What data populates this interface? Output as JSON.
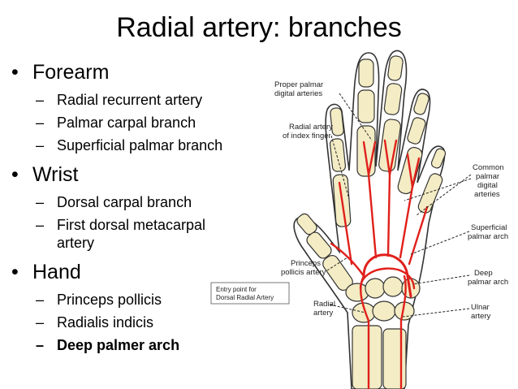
{
  "slide": {
    "title": "Radial artery: branches",
    "sections": [
      {
        "heading": "Forearm",
        "items": [
          "Radial recurrent artery",
          "Palmar carpal branch",
          "Superficial palmar branch"
        ]
      },
      {
        "heading": "Wrist",
        "items": [
          "Dorsal carpal branch",
          "First dorsal metacarpal",
          "artery"
        ]
      },
      {
        "heading": "Hand",
        "items": [
          "Princeps pollicis",
          "Radialis indicis",
          "Deep palmer arch"
        ]
      }
    ]
  },
  "figure": {
    "labels": {
      "proper_palmar_1": "Proper palmar",
      "proper_palmar_2": "digital arteries",
      "radial_index_1": "Radial artery",
      "radial_index_2": "of index finger",
      "common_palmar_1": "Common",
      "common_palmar_2": "palmar",
      "common_palmar_3": "digital",
      "common_palmar_4": "arteries",
      "superficial_1": "Superficial",
      "superficial_2": "palmar arch",
      "princeps_1": "Princeps",
      "princeps_2": "pollicis artery",
      "deep_1": "Deep",
      "deep_2": "palmar arch",
      "radial_1": "Radial",
      "radial_2": "artery",
      "ulnar_1": "Ulnar",
      "ulnar_2": "artery",
      "entry_1": "Entry point for",
      "entry_2": "Dorsal Radial Artery"
    },
    "colors": {
      "bone": "#f3ecc4",
      "artery": "#e0201b",
      "outline": "#333333"
    }
  }
}
